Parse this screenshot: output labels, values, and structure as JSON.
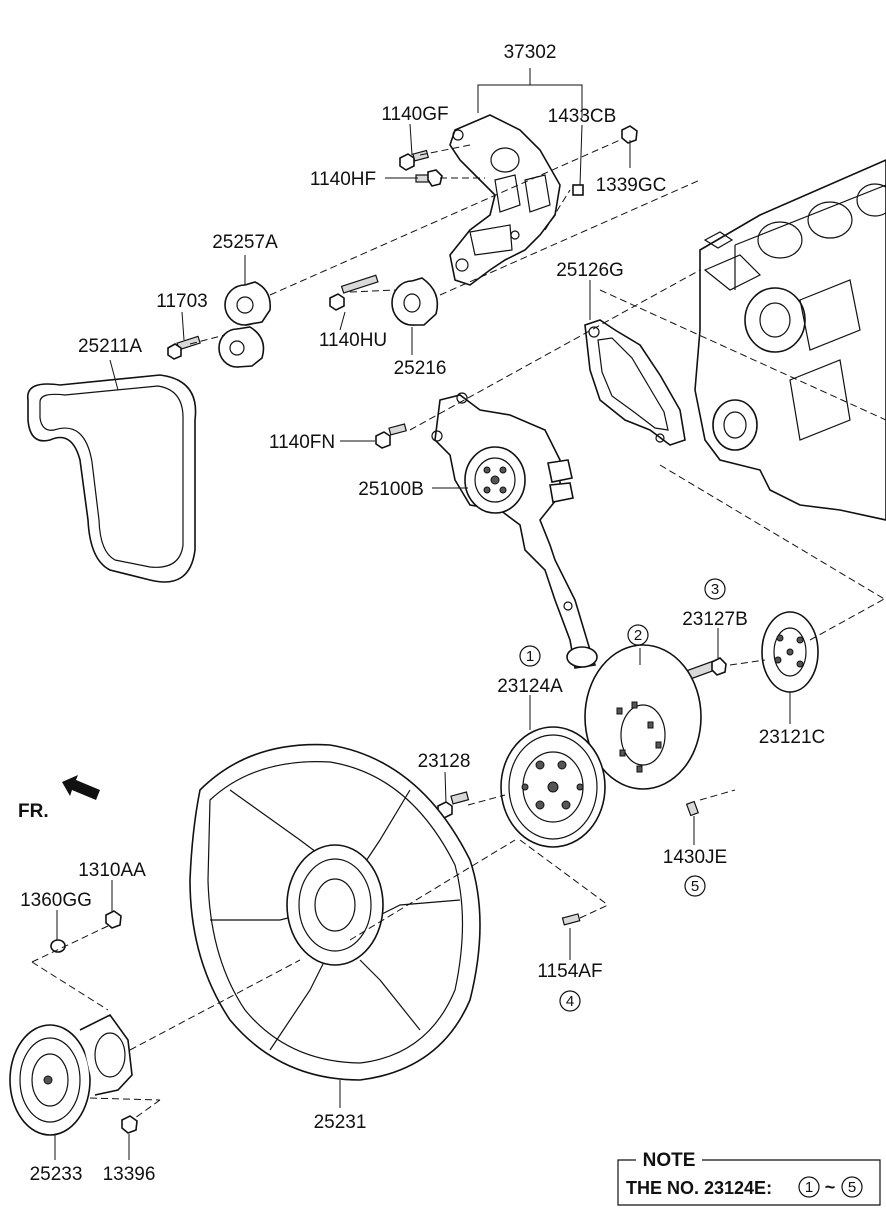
{
  "parts": {
    "p37302": "37302",
    "p1140GF": "1140GF",
    "p1433CB": "1433CB",
    "p1140HF": "1140HF",
    "p1339GC": "1339GC",
    "p25257A": "25257A",
    "p25126G": "25126G",
    "p11703": "11703",
    "p1140HU": "1140HU",
    "p25211A": "25211A",
    "p25216": "25216",
    "p1140FN": "1140FN",
    "p25100B": "25100B",
    "p23127B": "23127B",
    "p23124A": "23124A",
    "p23121C": "23121C",
    "p23128": "23128",
    "p1430JE": "1430JE",
    "p1310AA": "1310AA",
    "p1360GG": "1360GG",
    "p1154AF": "1154AF",
    "p25231": "25231",
    "p25233": "25233",
    "p13396": "13396"
  },
  "callouts": {
    "c1": "1",
    "c2": "2",
    "c3": "3",
    "c4": "4",
    "c5": "5"
  },
  "direction": "FR.",
  "note": {
    "title": "NOTE",
    "text_prefix": "THE NO. 23124E:",
    "range_start": "1",
    "range_sep": "~",
    "range_end": "5"
  }
}
